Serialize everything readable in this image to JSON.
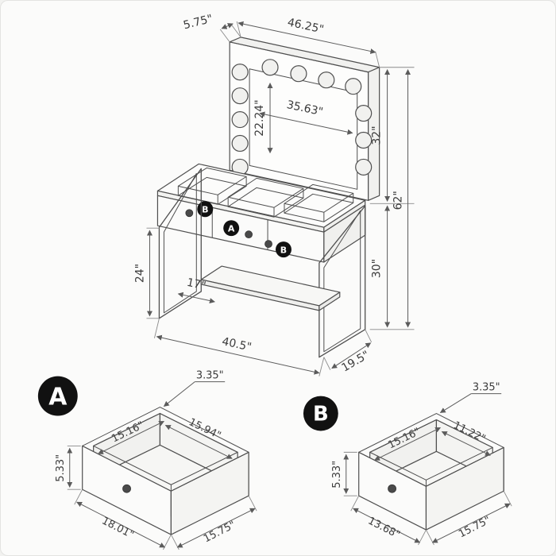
{
  "background": {
    "page": "#f2f2f0",
    "card": "#fbfbfa",
    "line_color": "#4f4f4f",
    "text_color": "#3c3c3c",
    "badge_color": "#111111"
  },
  "vanity": {
    "description": "lighted-mirror-vanity-dimension-drawing",
    "dims": {
      "frame_depth": "5.75\"",
      "mirror_width": "46.25\"",
      "mirror_glass_width": "35.63\"",
      "mirror_glass_height": "22.24\"",
      "mirror_height": "32\"",
      "overall_height": "62\"",
      "table_height": "30\"",
      "leg_clearance": "24\"",
      "leg_spacing": "17\"",
      "table_width": "40.5\"",
      "table_depth": "19.5\""
    },
    "drawer_badges": {
      "left": "B",
      "center": "A",
      "right": "B"
    }
  },
  "drawer_a": {
    "badge": "A",
    "dims": {
      "leader": "3.35\"",
      "inner_depth": "15.16\"",
      "inner_width": "15.94\"",
      "height": "5.33\"",
      "outer_width": "18.01\"",
      "outer_depth": "15.75\""
    }
  },
  "drawer_b": {
    "badge": "B",
    "dims": {
      "leader": "3.35\"",
      "inner_depth": "15.16\"",
      "inner_width": "11.22\"",
      "height": "5.33\"",
      "outer_width": "13.68\"",
      "outer_depth": "15.75\""
    }
  }
}
